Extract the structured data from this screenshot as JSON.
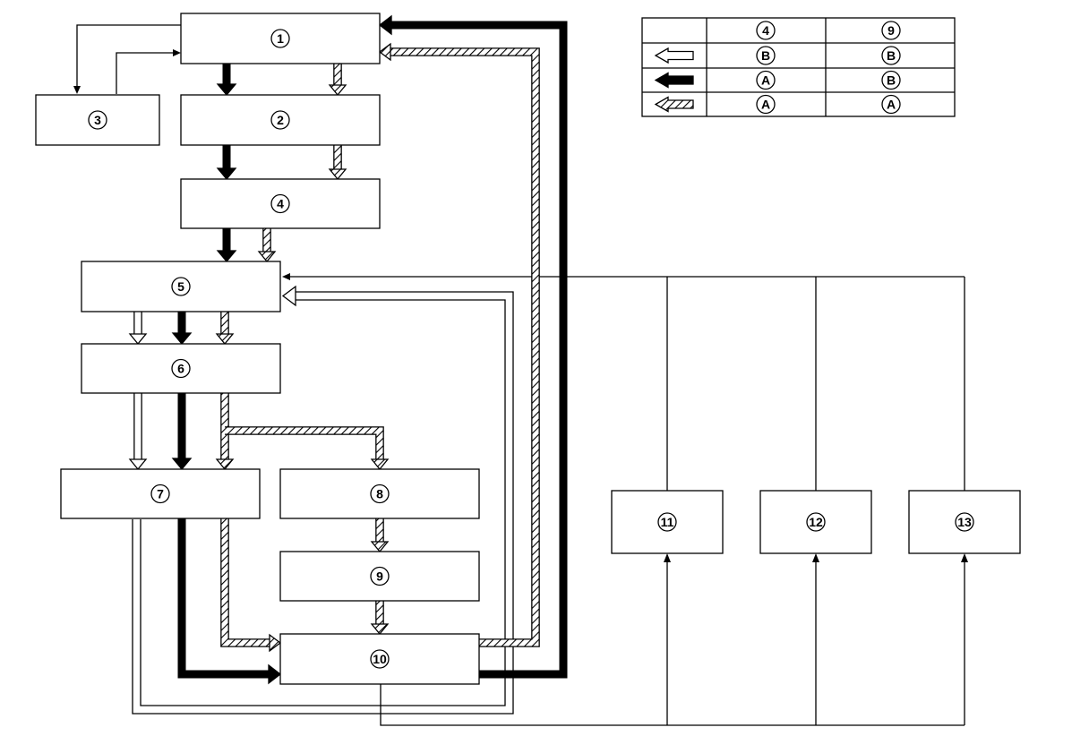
{
  "boxes": [
    {
      "id": "b1",
      "label": "1"
    },
    {
      "id": "b2",
      "label": "2"
    },
    {
      "id": "b3",
      "label": "3"
    },
    {
      "id": "b4",
      "label": "4"
    },
    {
      "id": "b5",
      "label": "5"
    },
    {
      "id": "b6",
      "label": "6"
    },
    {
      "id": "b7",
      "label": "7"
    },
    {
      "id": "b8",
      "label": "8"
    },
    {
      "id": "b9",
      "label": "9"
    },
    {
      "id": "b10",
      "label": "10"
    },
    {
      "id": "b11",
      "label": "11"
    },
    {
      "id": "b12",
      "label": "12"
    },
    {
      "id": "b13",
      "label": "13"
    }
  ],
  "legend": {
    "header": [
      "4",
      "9"
    ],
    "rows": [
      {
        "style": "hollow",
        "values": [
          "B",
          "B"
        ]
      },
      {
        "style": "solid",
        "values": [
          "A",
          "B"
        ]
      },
      {
        "style": "hatched",
        "values": [
          "A",
          "A"
        ]
      }
    ]
  },
  "colors": {
    "line": "#000000",
    "background": "#ffffff"
  }
}
